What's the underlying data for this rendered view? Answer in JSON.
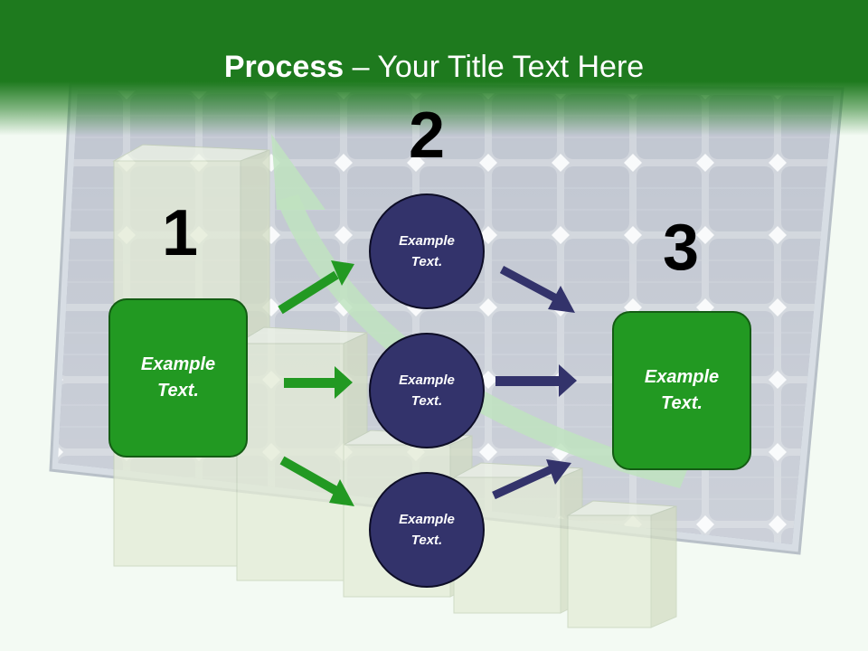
{
  "title": {
    "bold": "Process",
    "rest": " – Your Title Text Here"
  },
  "steps": {
    "one": "1",
    "two": "2",
    "three": "3"
  },
  "boxes": {
    "left": "Example\nText.",
    "right": "Example\nText."
  },
  "circles": {
    "top": "Example\nText.",
    "middle": "Example\nText.",
    "bottom": "Example\nText."
  },
  "colors": {
    "title_bar": "#1e7a1e",
    "box_green": "#229922",
    "circle_navy": "#33336b",
    "arrow_green": "#229922",
    "arrow_navy": "#33336b"
  }
}
